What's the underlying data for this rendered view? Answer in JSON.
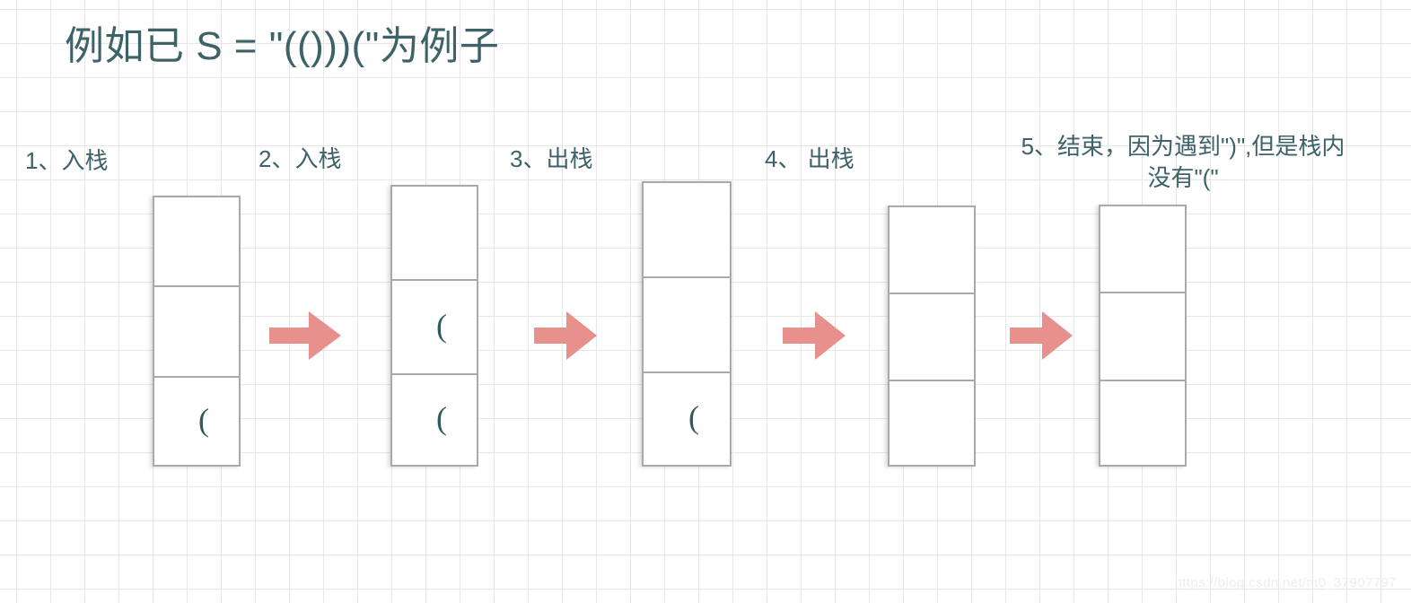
{
  "page": {
    "title": "例如已 S = \"(()))(\"为例子",
    "watermark": "https://blog.csdn.net/m0_37907797",
    "accent_arrow_color": "#e7908c",
    "text_color": "#3d6268",
    "box_border_color": "#a9a9a9",
    "grid_color": "#e6e6e6",
    "background_color": "#ffffff"
  },
  "steps": [
    {
      "index": "1",
      "label": "1、入栈",
      "stack": {
        "name": "stack-step-1",
        "cells": [
          "",
          "",
          "("
        ]
      }
    },
    {
      "index": "2",
      "label": "2、入栈",
      "stack": {
        "name": "stack-step-2",
        "cells": [
          "",
          "(",
          "("
        ]
      }
    },
    {
      "index": "3",
      "label": "3、出栈",
      "stack": {
        "name": "stack-step-3",
        "cells": [
          "",
          "",
          "("
        ]
      }
    },
    {
      "index": "4",
      "label": "4、 出栈",
      "stack": {
        "name": "stack-step-4",
        "cells": [
          "",
          "",
          ""
        ]
      }
    },
    {
      "index": "5",
      "label": "5、结束，因为遇到\")\",但是栈内没有\"(\"",
      "stack": {
        "name": "stack-step-5",
        "cells": [
          "",
          "",
          ""
        ]
      }
    }
  ],
  "arrows": [
    {
      "name": "arrow-1-to-2",
      "label": "→"
    },
    {
      "name": "arrow-2-to-3",
      "label": "→"
    },
    {
      "name": "arrow-3-to-4",
      "label": "→"
    },
    {
      "name": "arrow-4-to-5",
      "label": "→"
    }
  ]
}
